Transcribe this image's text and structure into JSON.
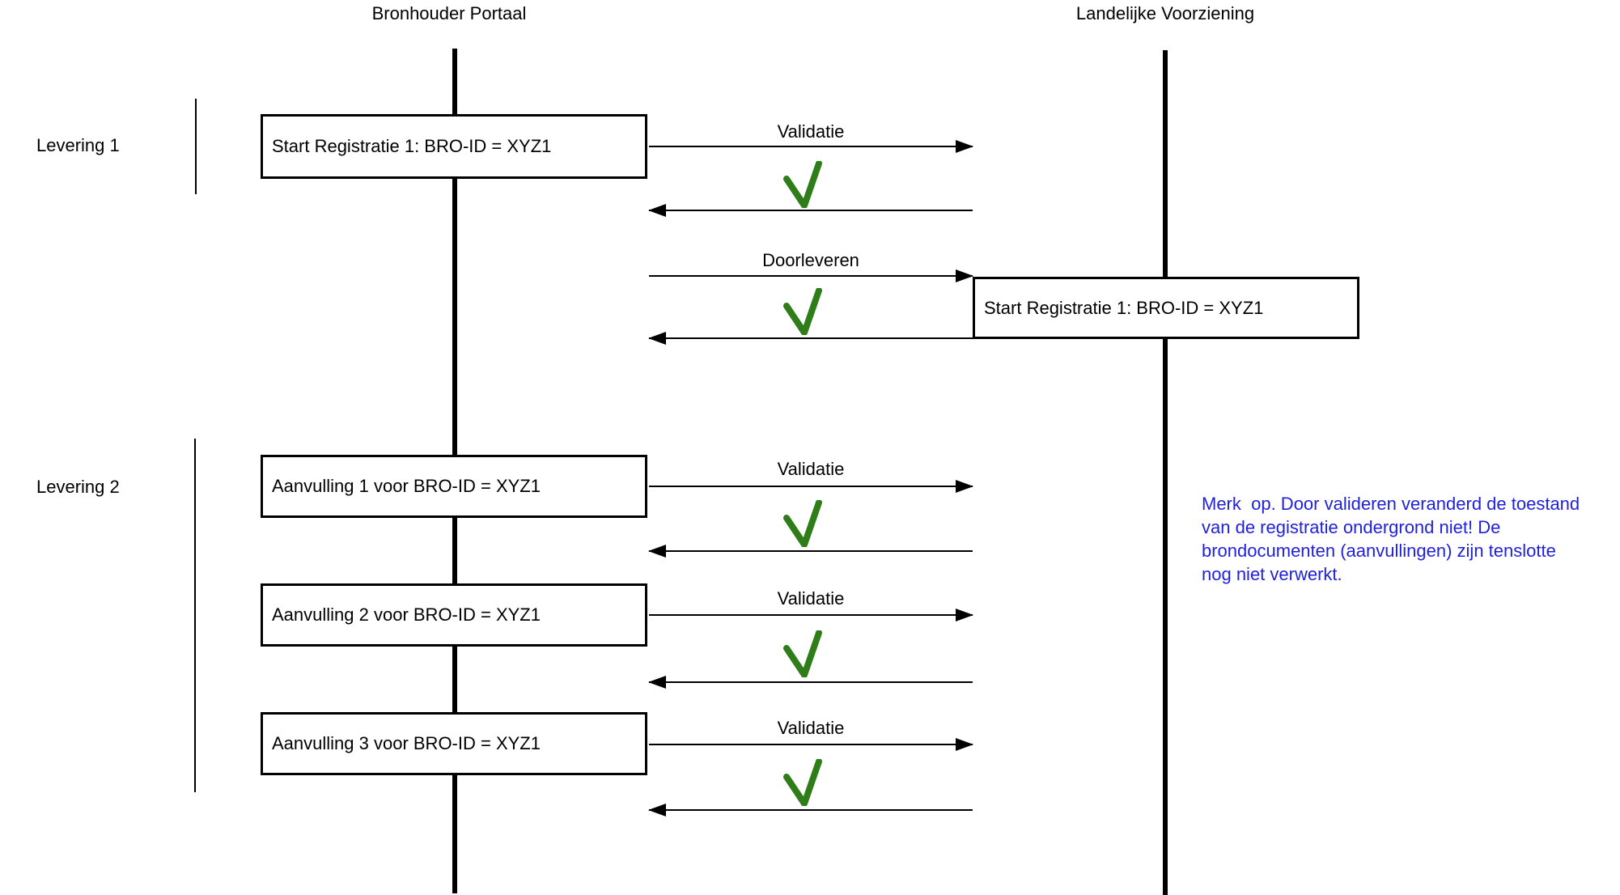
{
  "colors": {
    "check": "#2f7d19",
    "note": "#1f1fe0",
    "line": "#000000"
  },
  "headers": {
    "left": "Bronhouder Portaal",
    "right": "Landelijke Voorziening"
  },
  "lanes": {
    "levering1": "Levering 1",
    "levering2": "Levering 2"
  },
  "labels": {
    "validatie": "Validatie",
    "doorleveren": "Doorleveren"
  },
  "boxes": {
    "start_left": "Start Registratie 1: BRO-ID = XYZ1",
    "start_right": "Start Registratie 1: BRO-ID = XYZ1",
    "aanvulling1": "Aanvulling 1 voor BRO-ID = XYZ1",
    "aanvulling2": "Aanvulling 2 voor BRO-ID = XYZ1",
    "aanvulling3": "Aanvulling 3 voor BRO-ID = XYZ1"
  },
  "note": {
    "text": "Merk  op. Door valideren veranderd de toestand\nvan de registratie ondergrond niet! De\nbrondocumenten (aanvullingen) zijn tenslotte\nnog niet verwerkt."
  }
}
